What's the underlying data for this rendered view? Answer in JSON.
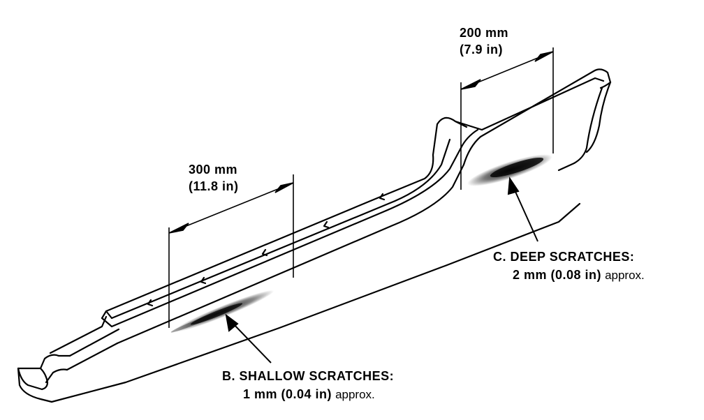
{
  "dimensions": {
    "shallow_length_mm": "300 mm",
    "shallow_length_in": "(11.8 in)",
    "deep_length_mm": "200 mm",
    "deep_length_in": "(7.9 in)"
  },
  "callouts": {
    "deep": {
      "title": "C.  DEEP SCRATCHES:",
      "depth": "2 mm  (0.08 in)",
      "approx": "approx."
    },
    "shallow": {
      "title": "B.  SHALLOW SCRATCHES:",
      "depth": "1 mm  (0.04 in)",
      "approx": "approx."
    }
  },
  "colors": {
    "line": "#000000",
    "background": "#ffffff",
    "scratch": "#222222"
  }
}
